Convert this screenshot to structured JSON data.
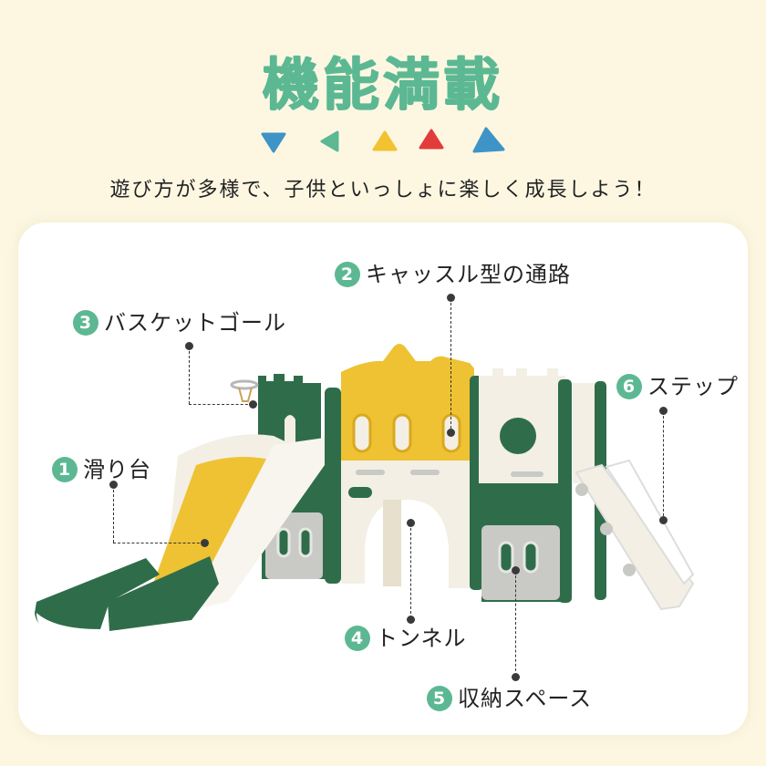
{
  "header": {
    "title": "機能満載",
    "subtitle": "遊び方が多様で、子供といっしょに楽しく成長しよう！",
    "decorative_triangles": [
      {
        "color": "#3e94c6",
        "direction": "down"
      },
      {
        "color": "#5cb893",
        "direction": "left"
      },
      {
        "color": "#f2c230",
        "direction": "up"
      },
      {
        "color": "#e23b3b",
        "direction": "up"
      },
      {
        "color": "#3e94c6",
        "direction": "up"
      }
    ]
  },
  "colors": {
    "background": "#fdf7e2",
    "accent_green": "#5cb893",
    "card": "#ffffff",
    "product_green": "#2f6d4a",
    "product_yellow": "#eec233",
    "product_white": "#f3efe4",
    "product_gray": "#c9c9c6"
  },
  "product_image": {
    "description": "castle-style playground set with slide, basketball hoop, tunnel, storage space and steps"
  },
  "features": [
    {
      "number": "1",
      "label": "滑り台"
    },
    {
      "number": "2",
      "label": "キャッスル型の通路"
    },
    {
      "number": "3",
      "label": "バスケットゴール"
    },
    {
      "number": "4",
      "label": "トンネル"
    },
    {
      "number": "5",
      "label": "収納スペース"
    },
    {
      "number": "6",
      "label": "ステップ"
    }
  ]
}
